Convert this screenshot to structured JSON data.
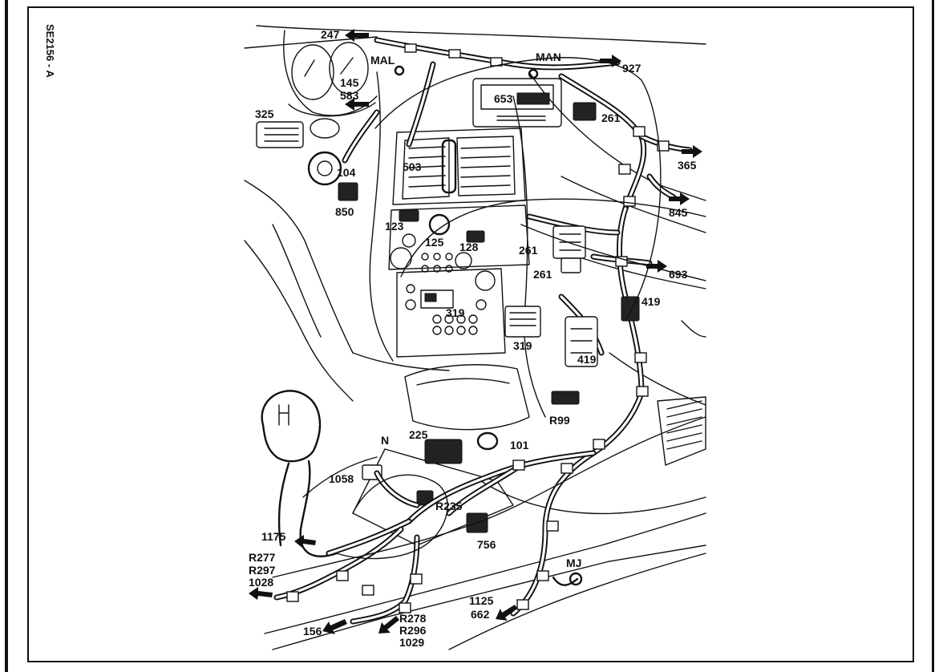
{
  "drawing_ref": "SE2156 - A",
  "labels": {
    "l247": "247",
    "mal": "MAL",
    "man": "MAN",
    "l927": "927",
    "l145": "145",
    "l583": "583",
    "l653": "653",
    "l261a": "261",
    "l325": "325",
    "l365": "365",
    "l503": "503",
    "l104": "104",
    "l850": "850",
    "l845": "845",
    "l123": "123",
    "l125": "125",
    "l128": "128",
    "l261b": "261",
    "l261c": "261",
    "l693": "693",
    "l419a": "419",
    "l319a": "319",
    "l319b": "319",
    "l419b": "419",
    "r99": "R99",
    "n": "N",
    "l225": "225",
    "l101": "101",
    "l1058": "1058",
    "r235": "R235",
    "l1175": "1175",
    "l756": "756",
    "r277": "R277",
    "r297": "R297",
    "l1028": "1028",
    "mj": "MJ",
    "l1125": "1125",
    "l662": "662",
    "l156": "156",
    "r278": "R278",
    "r296": "R296",
    "l1029": "1029"
  }
}
